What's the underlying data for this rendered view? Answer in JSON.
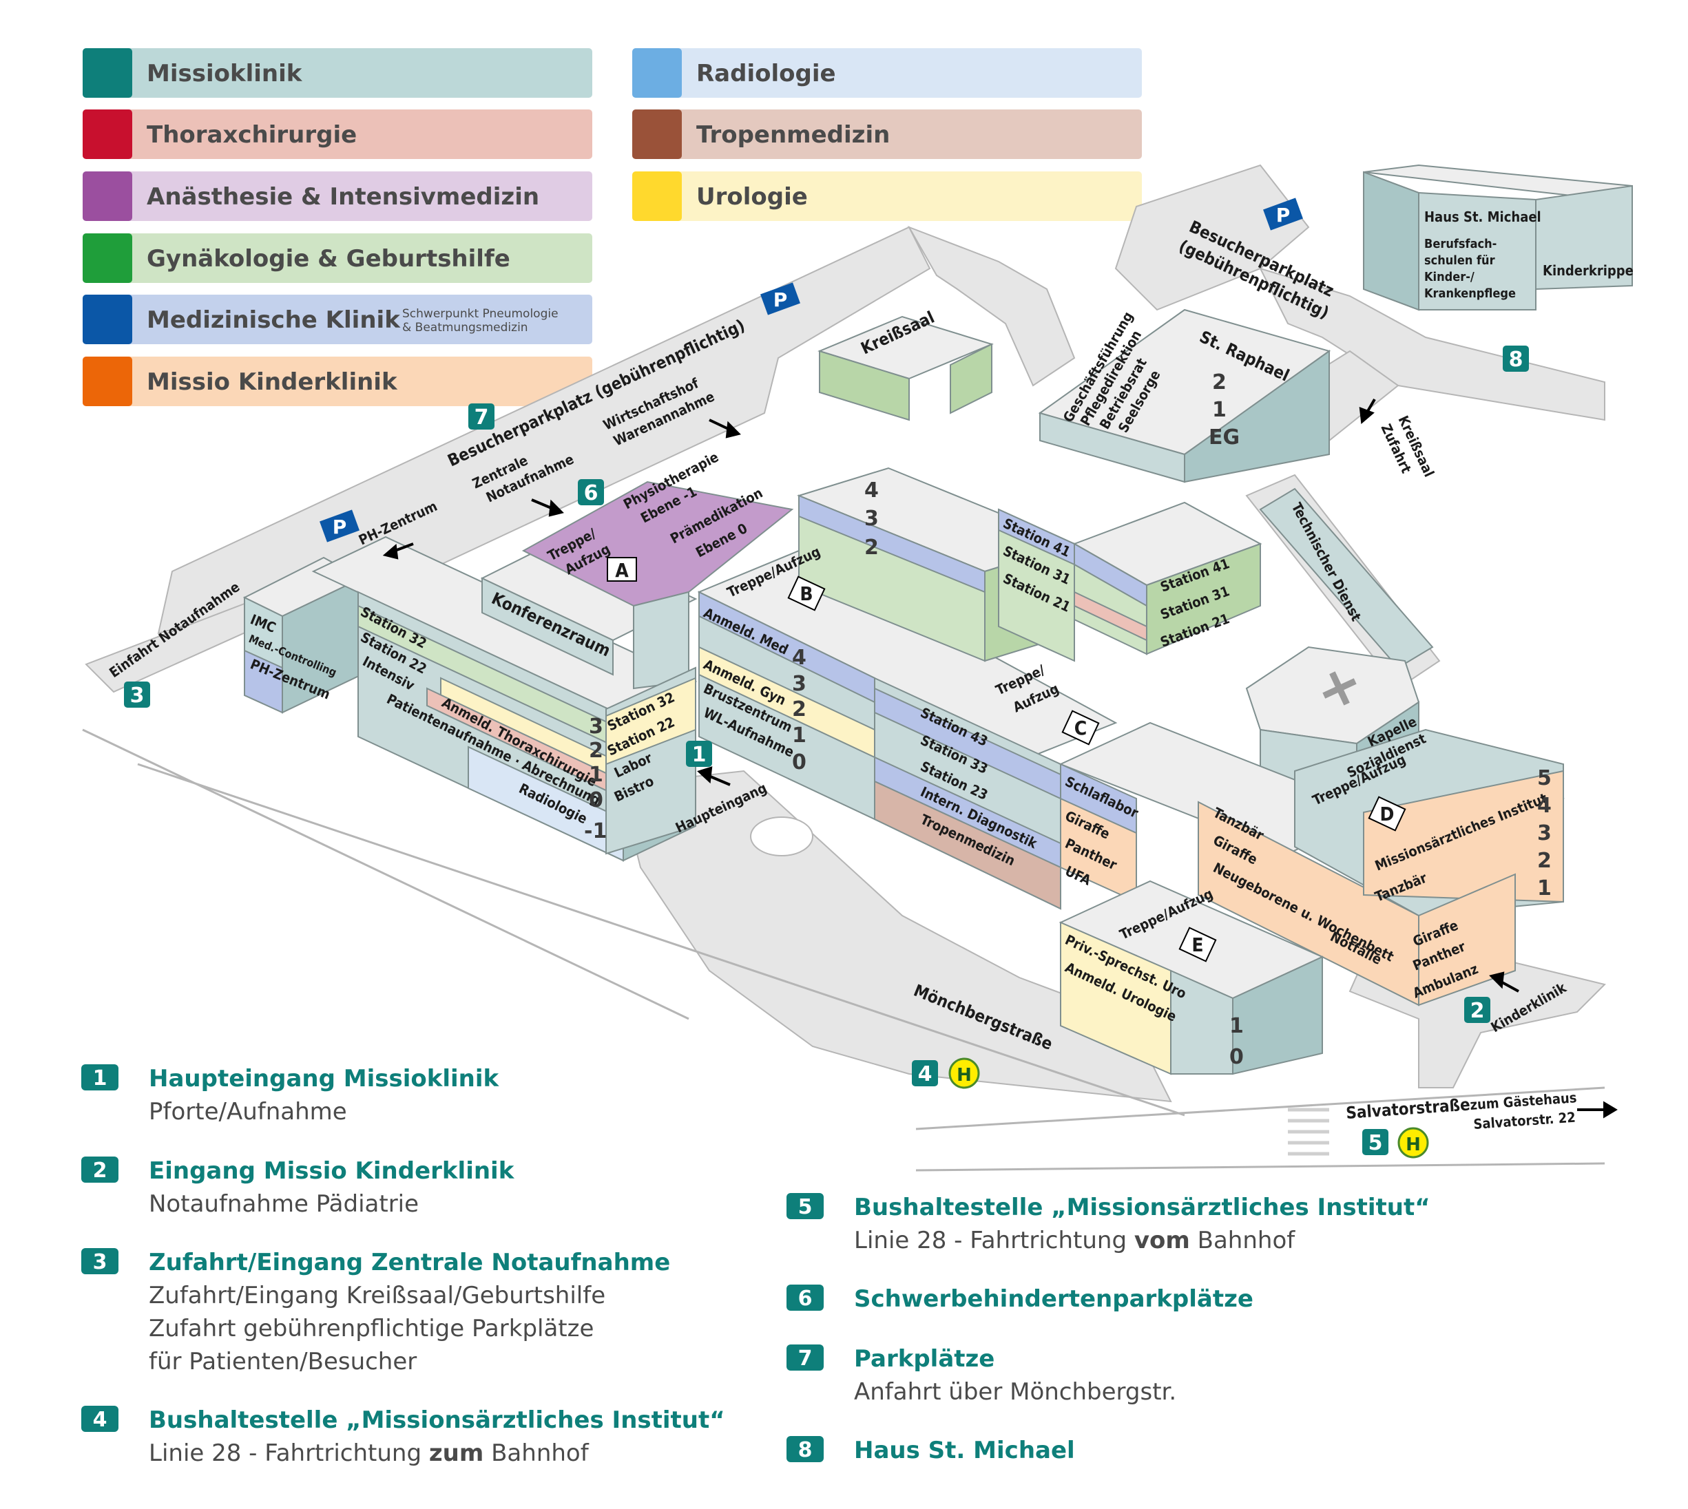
{
  "legend": {
    "items": [
      {
        "label": "Missioklinik",
        "swatch": "#0e7f7a",
        "bar": "#bcd8d8"
      },
      {
        "label": "Thoraxchirurgie",
        "swatch": "#c8102e",
        "bar": "#ecc1b8"
      },
      {
        "label": "Anästhesie & Intensivmedizin",
        "swatch": "#9b4f9f",
        "bar": "#e0cce4"
      },
      {
        "label": "Gynäkologie & Geburtshilfe",
        "swatch": "#1f9e3a",
        "bar": "#cfe4c5"
      },
      {
        "label": "Medizinische Klinik",
        "sub1": "Schwerpunkt Pneumologie",
        "sub2": "& Beatmungsmedizin",
        "swatch": "#0b57a7",
        "bar": "#c3d1ec"
      },
      {
        "label": "Missio Kinderklinik",
        "swatch": "#ec6608",
        "bar": "#fbd7b7"
      },
      {
        "label": "Radiologie",
        "swatch": "#6caee3",
        "bar": "#d9e6f5"
      },
      {
        "label": "Tropenmedizin",
        "swatch": "#9a5239",
        "bar": "#e4c9bf"
      },
      {
        "label": "Urologie",
        "swatch": "#ffd92d",
        "bar": "#fdf3c6"
      }
    ]
  },
  "map": {
    "parking_sign": "P",
    "helipad": "+",
    "bus_stop": "H",
    "badges": [
      "1",
      "2",
      "3",
      "4",
      "5",
      "6",
      "7",
      "8"
    ],
    "parking_labels": {
      "visitor_left": "Besucherparkplatz (gebührenpflichtig)",
      "visitor_top_1": "Besucherparkplatz",
      "visitor_top_2": "(gebührenpflichtig)"
    },
    "streets": {
      "muenchberg": "Mönchbergstraße",
      "salvator": "Salvatorstraße",
      "guesthouse_1": "zum Gästehaus",
      "guesthouse_2": "Salvatorstr. 22",
      "kinderklinik": "Kinderklinik",
      "zufahrt_1": "Zufahrt",
      "zufahrt_2": "Kreißsaal",
      "einfahrt": "Einfahrt Notaufnahme"
    },
    "labels": {
      "pz_top": "PH-Zentrum",
      "notauf_1": "Zentrale",
      "notauf_2": "Notaufnahme",
      "wirt_1": "Wirtschaftshof",
      "wirt_2": "Warenannahme",
      "kreisssaal": "Kreißsaal",
      "physio_1": "Physiotherapie",
      "physio_2": "Ebene -1",
      "praemed_1": "Prämedikation",
      "praemed_2": "Ebene 0",
      "tA_1": "Treppe/",
      "tA_2": "Aufzug",
      "A": "A",
      "B": "B",
      "C": "C",
      "D": "D",
      "E": "E",
      "tB": "Treppe/Aufzug",
      "tC_1": "Treppe/",
      "tC_2": "Aufzug",
      "tD": "Treppe/Aufzug",
      "tE": "Treppe/Aufzug",
      "konferenz": "Konferenzraum",
      "imc": "IMC",
      "medctrl": "Med.-Controlling",
      "phz": "PH-Zentrum",
      "st32a": "Station 32",
      "st22a": "Station 22",
      "intensiv": "Intensiv",
      "anmThorax": "Anmeld. Thoraxchirurgie",
      "patauf": "Patientenaufnahme · Abrechnung",
      "radiologie": "Radiologie",
      "st32b": "Station 32",
      "st22b": "Station 22",
      "labor": "Labor",
      "bistro": "Bistro",
      "anmMed": "Anmeld. Med",
      "anmGyn": "Anmeld. Gyn",
      "brust": "Brustzentrum",
      "wlauf": "WL-Aufnahme",
      "st43": "Station 43",
      "st33": "Station 33",
      "st23": "Station 23",
      "intDiag": "Intern. Diagnostik",
      "tropen": "Tropenmedizin",
      "st41a": "Station 41",
      "st31a": "Station 31",
      "st21a": "Station 21",
      "st41b": "Station 41",
      "st31b": "Station 31",
      "st21b": "Station 21",
      "gf1": "Geschäftsführung",
      "gf2": "Pflegedirektion",
      "gf3": "Betriebsrat",
      "gf4": "Seelsorge",
      "raphael": "St. Raphael",
      "techdienst": "Technischer Dienst",
      "kapelle": "Kapelle",
      "sozial": "Sozialdienst",
      "michael": "Haus St. Michael",
      "schule1": "Berufsfach-",
      "schule2": "schulen für",
      "schule3": "Kinder-/",
      "schule4": "Krankenpflege",
      "krippe": "Kinderkrippe",
      "schlaf": "Schlaflabor",
      "giraffe1": "Giraffe",
      "panther1": "Panther",
      "ufa": "UFA",
      "tanzbar1": "Tanzbär",
      "giraffe2": "Giraffe",
      "neugeb": "Neugeborene u. Wochenbett",
      "notfaelle": "Notfälle",
      "missInst": "Missionsärztliches Institut",
      "tanzbar2": "Tanzbär",
      "giraffe3": "Giraffe",
      "panther3": "Panther",
      "ambulanz": "Ambulanz",
      "privSpr": "Priv.-Sprechst. Uro",
      "anmUro": "Anmeld. Urologie",
      "haupteingang": "Haupteingang"
    },
    "floors": {
      "wing1": [
        "3",
        "2",
        "1",
        "0",
        "-1"
      ],
      "wingB": [
        "4",
        "3",
        "2",
        "1",
        "0"
      ],
      "green": [
        "4",
        "3",
        "2"
      ],
      "raphael": [
        "2",
        "1",
        "EG"
      ],
      "d": [
        "5",
        "4",
        "3",
        "2",
        "1"
      ],
      "e": [
        "1",
        "0"
      ]
    }
  },
  "key": {
    "left": [
      {
        "num": "1",
        "title": "Haupteingang Missioklinik",
        "lines": [
          "Pforte/Aufnahme"
        ]
      },
      {
        "num": "2",
        "title": "Eingang Missio Kinderklinik",
        "lines": [
          "Notaufnahme Pädiatrie"
        ]
      },
      {
        "num": "3",
        "title": "Zufahrt/Eingang Zentrale Notaufnahme",
        "lines": [
          "Zufahrt/Eingang Kreißsaal/Geburtshilfe",
          "Zufahrt gebührenpflichtige Parkplätze",
          "für Patienten/Besucher"
        ]
      },
      {
        "num": "4",
        "title": "Bushaltestelle „Missionsärztliches Institut“",
        "line_pre": "Linie 28 - Fahrtrichtung ",
        "line_bold": "zum",
        "line_post": " Bahnhof"
      }
    ],
    "right": [
      {
        "num": "5",
        "title": "Bushaltestelle „Missionsärztliches Institut“",
        "line_pre": "Linie 28 - Fahrtrichtung ",
        "line_bold": "vom",
        "line_post": " Bahnhof"
      },
      {
        "num": "6",
        "title": "Schwerbehindertenparkplätze",
        "lines": []
      },
      {
        "num": "7",
        "title": "Parkplätze",
        "lines": [
          "Anfahrt über Mönchbergstr."
        ]
      },
      {
        "num": "8",
        "title": "Haus St. Michael",
        "lines": []
      }
    ]
  }
}
